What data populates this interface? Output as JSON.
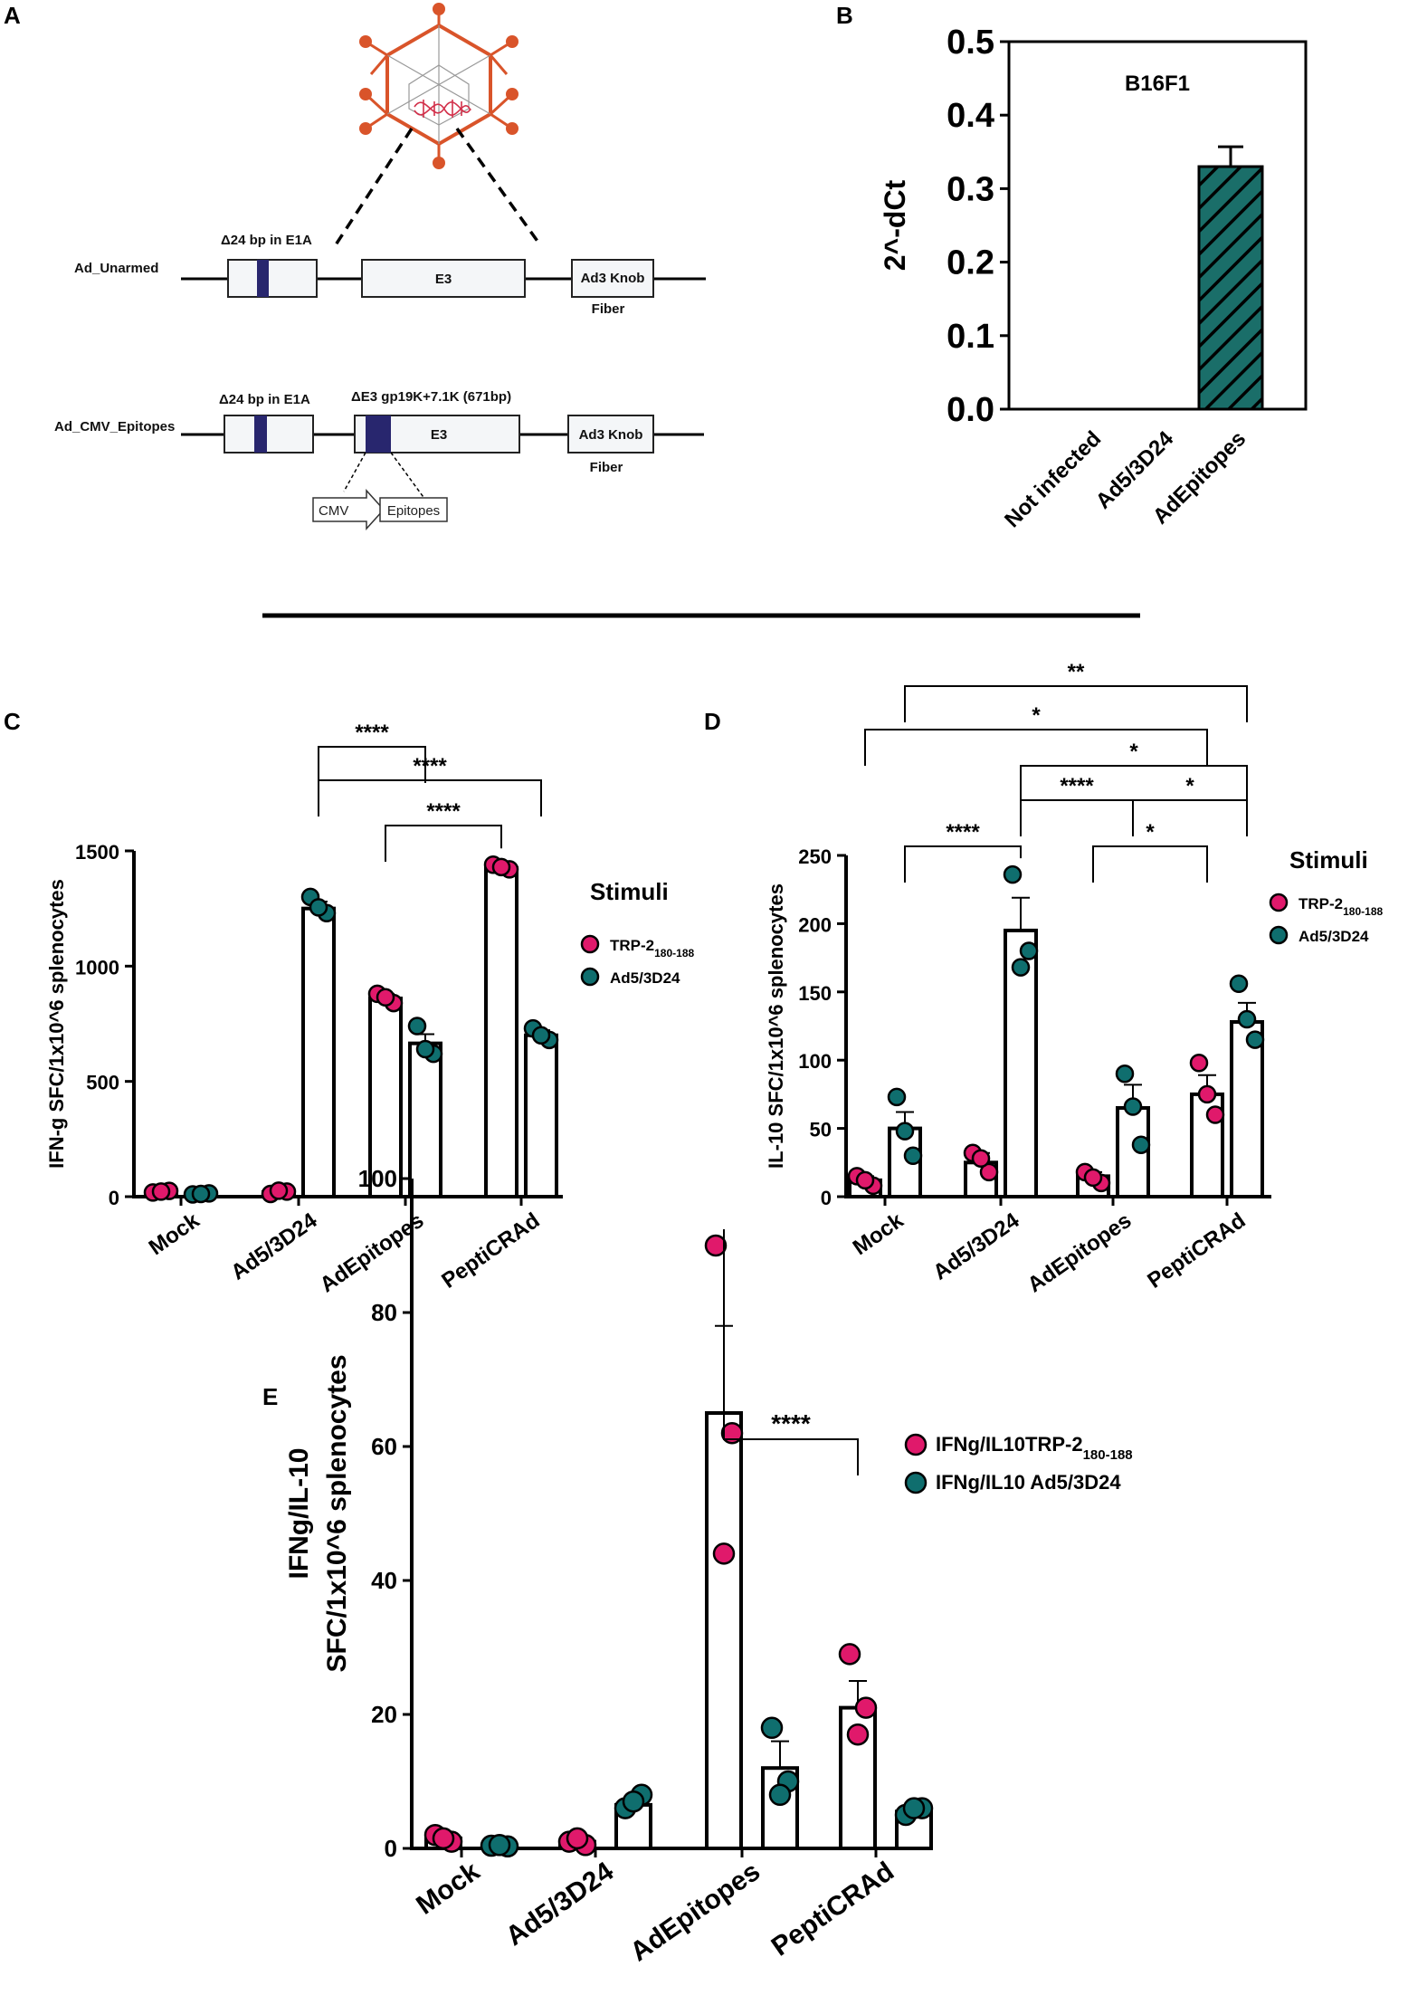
{
  "panels": {
    "A": "A",
    "B": "B",
    "C": "C",
    "D": "D",
    "E": "E"
  },
  "colors": {
    "magenta": "#e0196b",
    "teal": "#0f6e6e",
    "construct_orange": "#d9542a",
    "dark_blue": "#28266e",
    "bar_fill_b": "#1a6e69"
  },
  "diagram": {
    "row1": {
      "name": "Ad_Unarmed",
      "delta": "Δ24 bp in E1A",
      "e3": "E3",
      "knob": "Ad3 Knob",
      "fiber": "Fiber"
    },
    "row2": {
      "name": "Ad_CMV_Epitopes",
      "delta": "Δ24 bp in E1A",
      "deltaE3": "ΔE3 gp19K+7.1K (671bp)",
      "e3": "E3",
      "knob": "Ad3 Knob",
      "fiber": "Fiber",
      "cmv": "CMV",
      "epitopes": "Epitopes"
    }
  },
  "chart_data": [
    {
      "panel": "B",
      "type": "bar",
      "title": "B16F1",
      "ylabel": "2^-dCt",
      "ylim": [
        0,
        0.5
      ],
      "yticks": [
        "0.0",
        "0.1",
        "0.2",
        "0.3",
        "0.4",
        "0.5"
      ],
      "categories": [
        "Not infected",
        "Ad5/3D24",
        "AdEpitopes"
      ],
      "values": [
        0,
        0,
        0.33
      ],
      "errors": [
        0,
        0,
        0.027
      ]
    },
    {
      "panel": "C",
      "type": "bar",
      "ylabel": "IFN-g SFC/1x10^6 splenocytes",
      "ylim": [
        0,
        1500
      ],
      "yticks": [
        "0",
        "500",
        "1000",
        "1500"
      ],
      "legend_title": "Stimuli",
      "categories": [
        "Mock",
        "Ad5/3D24",
        "AdEpitopes",
        "PeptiCRAd"
      ],
      "series": [
        {
          "name": "TRP-2",
          "sub": "180-188",
          "values": [
            20,
            20,
            860,
            1425
          ],
          "errors": [
            4,
            4,
            20,
            8
          ],
          "points": [
            [
              18,
              25,
              22
            ],
            [
              12,
              22,
              26
            ],
            [
              880,
              840,
              865
            ],
            [
              1440,
              1420,
              1430
            ]
          ]
        },
        {
          "name": "Ad5/3D24",
          "values": [
            12,
            1250,
            665,
            700
          ],
          "errors": [
            3,
            30,
            40,
            22
          ],
          "points": [
            [
              10,
              14,
              12
            ],
            [
              1300,
              1230,
              1255
            ],
            [
              740,
              620,
              640
            ],
            [
              730,
              680,
              700
            ]
          ]
        }
      ],
      "significance": [
        {
          "label": "****",
          "from": [
            1,
            "s1"
          ],
          "to": [
            2,
            "s1"
          ]
        },
        {
          "label": "****",
          "from": [
            1,
            "s1"
          ],
          "to": [
            3,
            "s1"
          ]
        },
        {
          "label": "****",
          "from": [
            2,
            "s0"
          ],
          "to": [
            3,
            "s0"
          ]
        }
      ]
    },
    {
      "panel": "D",
      "type": "bar",
      "ylabel": "IL-10 SFC/1x10^6 splenocytes",
      "ylim": [
        0,
        250
      ],
      "yticks": [
        "0",
        "50",
        "100",
        "150",
        "200",
        "250"
      ],
      "legend_title": "Stimuli",
      "categories": [
        "Mock",
        "Ad5/3D24",
        "AdEpitopes",
        "PeptiCRAd"
      ],
      "series": [
        {
          "name": "TRP-2",
          "sub": "180-188",
          "values": [
            12,
            25,
            15,
            75
          ],
          "errors": [
            3,
            7,
            3,
            14
          ],
          "points": [
            [
              15,
              8,
              12
            ],
            [
              32,
              18,
              28
            ],
            [
              18,
              10,
              14
            ],
            [
              98,
              60,
              75
            ]
          ]
        },
        {
          "name": "Ad5/3D24",
          "values": [
            50,
            195,
            65,
            128
          ],
          "errors": [
            12,
            24,
            17,
            14
          ],
          "points": [
            [
              73,
              30,
              48
            ],
            [
              236,
              180,
              168
            ],
            [
              90,
              38,
              66
            ],
            [
              156,
              115,
              130
            ]
          ]
        }
      ],
      "significance": [
        {
          "label": "**",
          "from": [
            0,
            "s1"
          ],
          "to": [
            3,
            "s1"
          ]
        },
        {
          "label": "*",
          "from": [
            0,
            "s0"
          ],
          "to": [
            3,
            "s0"
          ]
        },
        {
          "label": "*",
          "from": [
            1,
            "s1"
          ],
          "to": [
            3,
            "s1"
          ]
        },
        {
          "label": "****",
          "from": [
            1,
            "s1"
          ],
          "to": [
            2,
            "s1"
          ]
        },
        {
          "label": "*",
          "from": [
            2,
            "s1"
          ],
          "to": [
            3,
            "s1"
          ]
        },
        {
          "label": "****",
          "from": [
            0,
            "s1"
          ],
          "to": [
            1,
            "s1"
          ]
        },
        {
          "label": "*",
          "from": [
            2,
            "s0"
          ],
          "to": [
            3,
            "s0"
          ]
        }
      ]
    },
    {
      "panel": "E",
      "type": "bar",
      "ylabel": [
        "IFNg/IL-10",
        "SFC/1x10^6 splenocytes"
      ],
      "ylim": [
        0,
        100
      ],
      "yticks": [
        "0",
        "20",
        "40",
        "60",
        "80",
        "100"
      ],
      "categories": [
        "Mock",
        "Ad5/3D24",
        "AdEpitopes",
        "PeptiCRAd"
      ],
      "series": [
        {
          "name": "IFNg/IL10TRP-2",
          "sub": "180-188",
          "values": [
            1.5,
            1,
            65,
            21
          ],
          "errors": [
            0.5,
            0.5,
            13,
            4
          ],
          "points": [
            [
              2,
              1,
              1.5
            ],
            [
              1,
              0.5,
              1.5
            ],
            [
              90,
              62,
              44
            ],
            [
              29,
              21,
              17
            ]
          ]
        },
        {
          "name": "IFNg/IL10 Ad5/3D24",
          "values": [
            0.4,
            6.5,
            12,
            5.5
          ],
          "errors": [
            0.1,
            1,
            4,
            1
          ],
          "points": [
            [
              0.4,
              0.3,
              0.5
            ],
            [
              6,
              8,
              7
            ],
            [
              18,
              10,
              8
            ],
            [
              5,
              6,
              6
            ]
          ]
        }
      ],
      "significance": [
        {
          "label": "****",
          "from": [
            2,
            "s0"
          ],
          "to": [
            3,
            "s0"
          ]
        }
      ]
    }
  ]
}
